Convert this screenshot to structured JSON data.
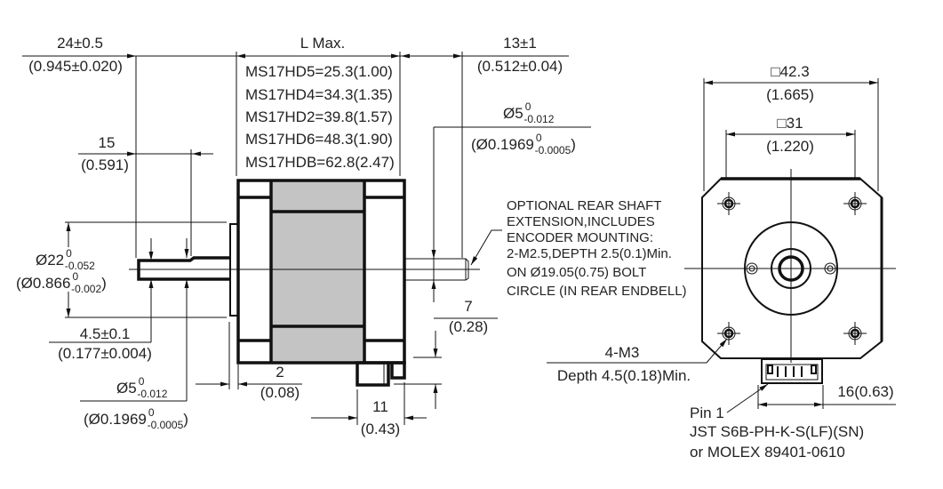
{
  "side_view": {
    "overall_front": {
      "value": "24±0.5",
      "inch": "(0.945±0.020)"
    },
    "length_header": "L Max.",
    "length_table": [
      "MS17HD5=25.3(1.00)",
      "MS17HD4=34.3(1.35)",
      "MS17HD2=39.8(1.57)",
      "MS17HD6=48.3(1.90)",
      "MS17HDB=62.8(2.47)"
    ],
    "rear_shaft": {
      "value": "13±1",
      "inch": "(0.512±0.04)"
    },
    "flat_length": {
      "value": "15",
      "inch": "(0.591)"
    },
    "pilot_dia": {
      "base": "Ø22",
      "sup": "0",
      "sub": "-0.052",
      "inch_base": "(Ø0.866",
      "inch_sup": "0",
      "inch_sub": "-0.002",
      "inch_close": ")"
    },
    "rear_shaft_dia": {
      "base": "Ø5",
      "sup": "0",
      "sub": "-0.012",
      "inch_base": "(Ø0.1969",
      "inch_sup": "0",
      "inch_sub": "-0.0005",
      "inch_close": ")"
    },
    "flat_depth": {
      "value": "4.5±0.1",
      "inch": "(0.177±0.004)"
    },
    "front_shaft_dia": {
      "base": "Ø5",
      "sup": "0",
      "sub": "-0.012",
      "inch_base": "(Ø0.1969",
      "inch_sup": "0",
      "inch_sub": "-0.0005",
      "inch_close": ")"
    },
    "pilot_height": {
      "value": "2",
      "inch": "(0.08)"
    },
    "connector_width": {
      "value": "11",
      "inch": "(0.43)"
    },
    "connector_height": {
      "value": "7",
      "inch": "(0.28)"
    },
    "rear_note": [
      "OPTIONAL REAR SHAFT",
      "EXTENSION,INCLUDES",
      "ENCODER MOUNTING:",
      "2-M2.5,DEPTH 2.5(0.1)Min.",
      "ON Ø19.05(0.75) BOLT",
      "CIRCLE (IN REAR ENDBELL)"
    ]
  },
  "front_view": {
    "body_size": {
      "value": "□42.3",
      "inch": "(1.665)"
    },
    "hole_spacing": {
      "value": "□31",
      "inch": "(1.220)"
    },
    "mount_holes": {
      "value": "4-M3",
      "depth": "Depth 4.5(0.18)Min."
    },
    "connector_offset": "16(0.63)",
    "pin_label": "Pin 1",
    "connector_part": "JST S6B-PH-K-S(LF)(SN)",
    "connector_alt": "or MOLEX 89401-0610"
  }
}
